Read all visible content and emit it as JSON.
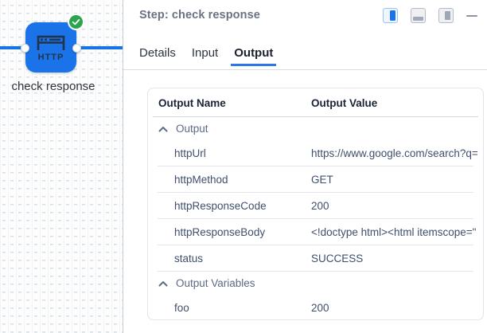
{
  "canvas": {
    "node": {
      "label": "check response",
      "icon_text": "HTTP",
      "status": "success"
    }
  },
  "panel": {
    "title": "Step: check response",
    "window_controls": [
      {
        "name": "split-view",
        "active": true
      },
      {
        "name": "bottom-panel",
        "active": false
      },
      {
        "name": "right-panel",
        "active": false
      },
      {
        "name": "minimize",
        "active": false
      }
    ],
    "tabs": [
      {
        "label": "Details",
        "active": false
      },
      {
        "label": "Input",
        "active": false
      },
      {
        "label": "Output",
        "active": true
      }
    ],
    "table": {
      "columns": {
        "name": "Output Name",
        "value": "Output Value"
      },
      "groups": [
        {
          "label": "Output",
          "expanded": true,
          "rows": [
            {
              "name": "httpUrl",
              "value": "https://www.google.com/search?q="
            },
            {
              "name": "httpMethod",
              "value": "GET"
            },
            {
              "name": "httpResponseCode",
              "value": "200"
            },
            {
              "name": "httpResponseBody",
              "value": "<!doctype html><html itemscope=\""
            },
            {
              "name": "status",
              "value": "SUCCESS"
            }
          ]
        },
        {
          "label": "Output Variables",
          "expanded": true,
          "rows": [
            {
              "name": "foo",
              "value": "200"
            }
          ]
        }
      ]
    }
  },
  "colors": {
    "accent_blue": "#1a73e8",
    "edge_blue": "#1673e6",
    "success_green": "#2da44e",
    "tab_underline": "#2e77e5"
  }
}
